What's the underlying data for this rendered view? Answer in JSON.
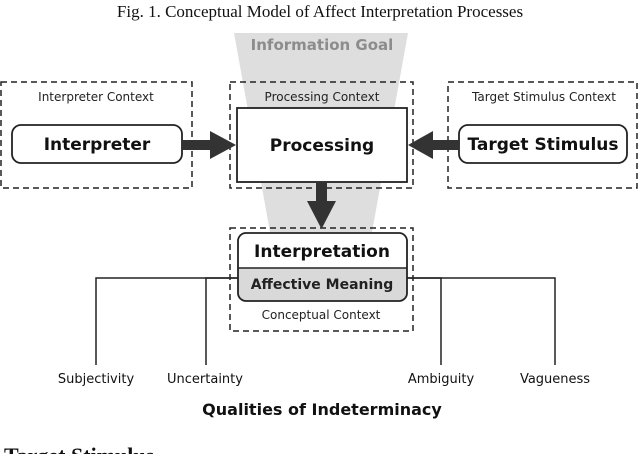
{
  "caption": "Fig. 1.  Conceptual Model of Affect Interpretation Processes",
  "funnel": {
    "label": "Information Goal"
  },
  "contexts": {
    "interpreter": "Interpreter Context",
    "processing": "Processing Context",
    "target": "Target Stimulus Context",
    "conceptual": "Conceptual Context"
  },
  "nodes": {
    "interpreter": "Interpreter",
    "processing": "Processing",
    "target": "Target Stimulus",
    "interpretation": "Interpretation",
    "affective_meaning": "Affective Meaning"
  },
  "qualities": {
    "title": "Qualities of Indeterminacy",
    "items": [
      "Subjectivity",
      "Uncertainty",
      "Ambiguity",
      "Vagueness"
    ]
  },
  "body_text_fragment": "Target Stimulus",
  "colors": {
    "funnel": "#dcdcdc",
    "funnel_text": "#8c8c8c",
    "box_border": "#222222",
    "arrow": "#333333",
    "affective_fill": "#d9d9d9"
  }
}
